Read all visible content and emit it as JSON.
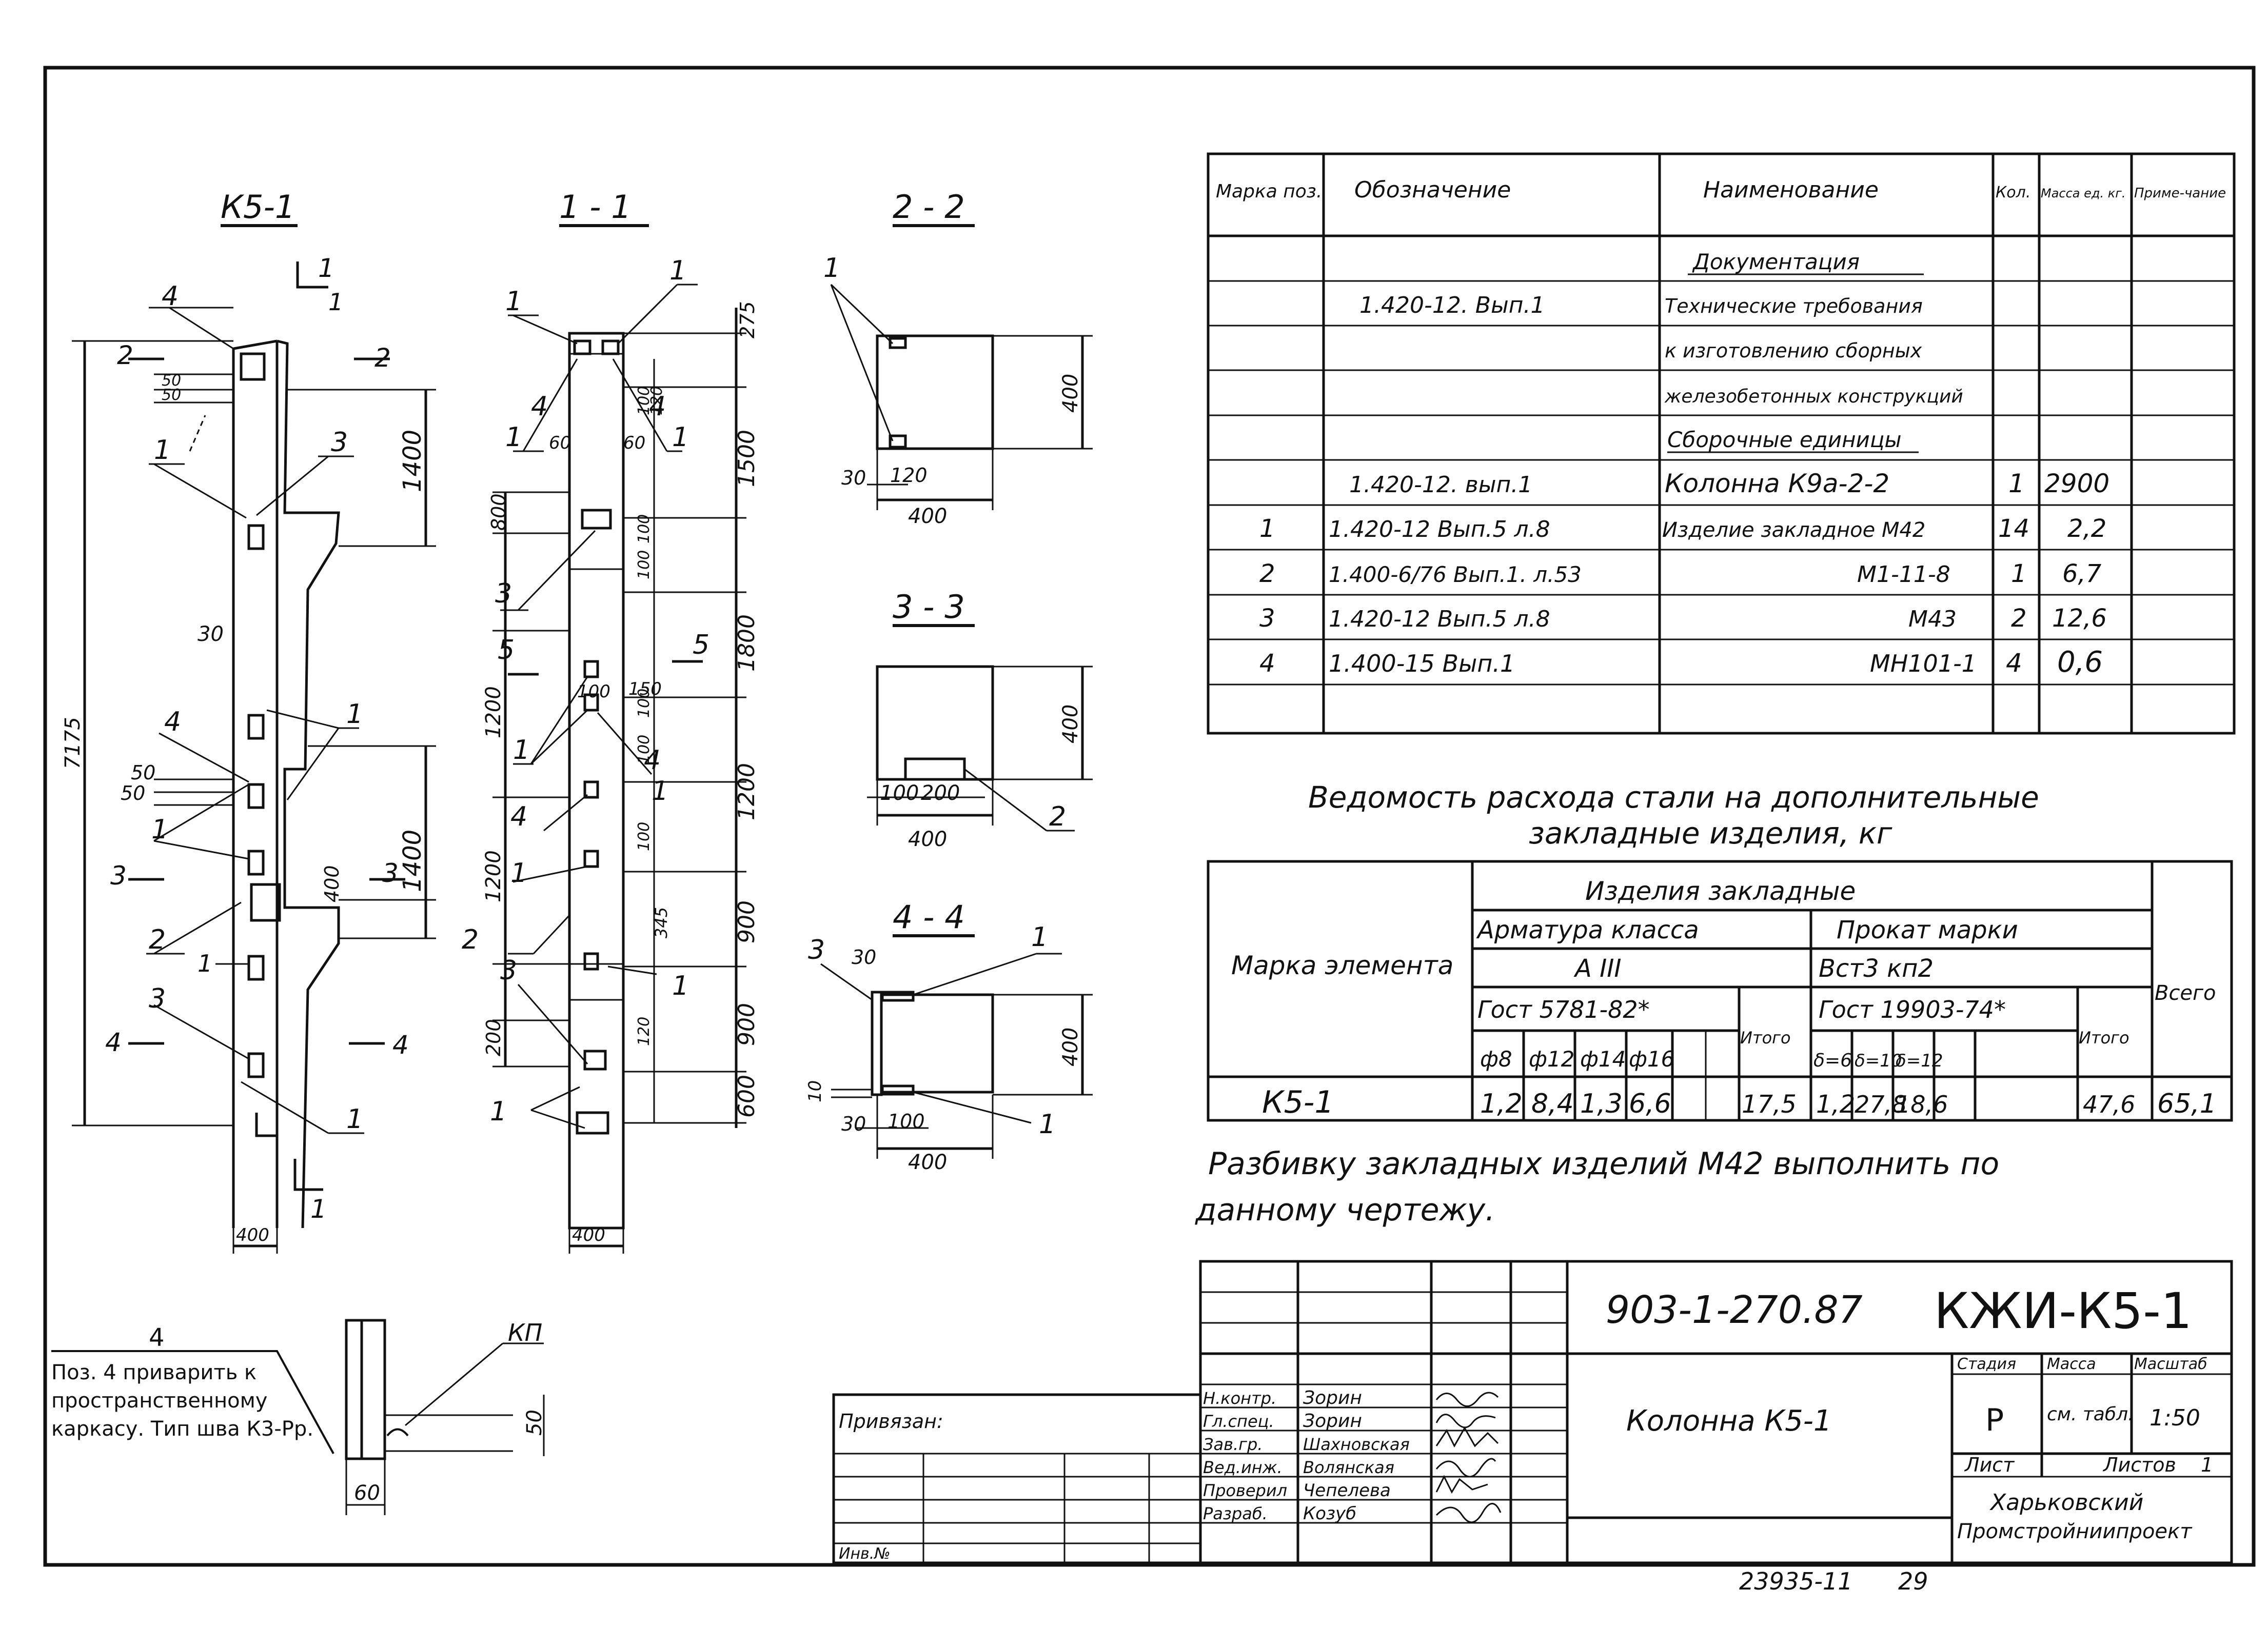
{
  "views": {
    "k51_title": "К5-1",
    "s11_title": "1 - 1",
    "s22_title": "2 - 2",
    "s33_title": "3 - 3",
    "s44_title": "4 - 4"
  },
  "k51": {
    "total_height": "7175",
    "dim_1400_top": "1400",
    "dim_1400_mid": "1400",
    "dim_400_mid": "400",
    "width_400": "400",
    "dim_30": "30",
    "dim_50a": "50",
    "dim_50b": "50",
    "dim_50c": "50",
    "dim_50d": "50",
    "cut_2": "2",
    "cut_2r": "2",
    "cut_3": "3",
    "cut_3r": "3",
    "cut_4": "4",
    "cut_4r": "4",
    "cut_1a": "1",
    "cut_1b": "1",
    "cut_1c": "1",
    "pos_4a": "4",
    "pos_4b": "4",
    "pos_1a": "1",
    "pos_1b": "1",
    "pos_1c": "1",
    "pos_1d": "1",
    "pos_1e": "1",
    "pos_3a": "3",
    "pos_3b": "3",
    "pos_2": "2"
  },
  "s11": {
    "dims_right": [
      "275",
      "1500",
      "1800",
      "1200",
      "900",
      "900",
      "600"
    ],
    "dims_left": [
      "800",
      "1200",
      "1200",
      "200"
    ],
    "dims_inner": [
      "100",
      "120",
      "100",
      "100",
      "100",
      "100",
      "100",
      "120",
      "150"
    ],
    "dim_60a": "60",
    "dim_60b": "60",
    "dim_100": "100",
    "dim_345": "345",
    "width_400": "400",
    "cut_5": "5",
    "cut_5r": "5",
    "pos_1a": "1",
    "pos_1b": "1",
    "pos_1c": "1",
    "pos_1d": "1",
    "pos_1e": "1",
    "pos_1f": "1",
    "pos_1g": "1",
    "pos_1h": "1",
    "pos_1i": "1",
    "pos_4a": "4",
    "pos_4b": "4",
    "pos_4c": "4",
    "pos_4d": "4",
    "pos_3a": "3",
    "pos_3b": "3",
    "pos_2": "2"
  },
  "s22": {
    "d400h": "400",
    "d400w": "400",
    "d30": "30",
    "d120": "120",
    "pos_1": "1"
  },
  "s33": {
    "d400h": "400",
    "d400w": "400",
    "d100": "100",
    "d200": "200",
    "pos_2": "2"
  },
  "s44": {
    "d400h": "400",
    "d400w": "400",
    "d30a": "30",
    "d30b": "30",
    "d100": "100",
    "d10": "10",
    "pos_3": "3",
    "pos_1a": "1",
    "pos_1b": "1"
  },
  "spec_table": {
    "headers": [
      "Марка поз.",
      "Обозначение",
      "Наименование",
      "Кол.",
      "Масса ед. кг.",
      "Приме-чание"
    ],
    "rows": [
      [
        "",
        "",
        "Документация",
        "",
        "",
        ""
      ],
      [
        "",
        "1.420-12. Вып.1",
        "Технические требования",
        "",
        "",
        ""
      ],
      [
        "",
        "",
        "к изготовлению сборных",
        "",
        "",
        ""
      ],
      [
        "",
        "",
        "железобетонных конструкций",
        "",
        "",
        ""
      ],
      [
        "",
        "",
        "Сборочные единицы",
        "",
        "",
        ""
      ],
      [
        "",
        "1.420-12. вып.1",
        "Колонна К9а-2-2",
        "1",
        "2900",
        ""
      ],
      [
        "1",
        "1.420-12 Вып.5 л.8",
        "Изделие закладное М42",
        "14",
        "2,2",
        ""
      ],
      [
        "2",
        "1.400-6/76 Вып.1. л.53",
        "М1-11-8",
        "1",
        "6,7",
        ""
      ],
      [
        "3",
        "1.420-12 Вып.5 л.8",
        "М43",
        "2",
        "12,6",
        ""
      ],
      [
        "4",
        "1.400-15 Вып.1",
        "МН101-1",
        "4",
        "0,6",
        ""
      ],
      [
        "",
        "",
        "",
        "",
        "",
        ""
      ]
    ]
  },
  "steel": {
    "title1": "Ведомость расхода стали на дополнительные",
    "title2": "закладные изделия, кг",
    "h_group": "Изделия закладные",
    "h_arm": "Арматура класса",
    "h_prokat": "Прокат марки",
    "h_aiii": "А III",
    "h_vst": "Вст3 кп2",
    "h_gost1": "Гост 5781-82*",
    "h_gost2": "Гост 19903-74*",
    "h_marka": "Марка элемента",
    "h_itogo1": "Итого",
    "h_itogo2": "Итого",
    "h_vsego": "Всего",
    "sub_heads": [
      "ф8",
      "ф12",
      "ф14",
      "ф16",
      "δ=6",
      "δ=10",
      "δ=12"
    ],
    "row": [
      "К5-1",
      "1,2",
      "8,4",
      "1,3",
      "6,6",
      "17,5",
      "1,2",
      "27,8",
      "18,6",
      "",
      "47,6",
      "65,1"
    ]
  },
  "note": {
    "line1": "Разбивку закладных изделий М42 выполнить по",
    "line2": "данному чертежу."
  },
  "weld": {
    "pos": "4",
    "line1": "Поз. 4 приварить к",
    "line2": "пространственному",
    "line3": "каркасу. Тип шва К3-Рр.",
    "kp": "КП",
    "d60": "60",
    "d50": "50"
  },
  "title_block": {
    "doc_code": "903-1-270.87",
    "sheet_code": "КЖИ-К5-1",
    "name": "Колонна К5-1",
    "stage_label": "Стадия",
    "mass_label": "Масса",
    "scale_label": "Масштаб",
    "stage": "Р",
    "mass": "см. табл.",
    "scale": "1:50",
    "sheet_label": "Лист",
    "sheets_label": "Листов",
    "sheets": "1",
    "org1": "Харьковский",
    "org2": "Промстройниипроект",
    "privyazan": "Привязан:",
    "inv": "Инв.№",
    "roles": [
      "Н.контр.",
      "Гл.спец.",
      "Зав.гр.",
      "Вед.инж.",
      "Проверил",
      "Разраб."
    ],
    "names": [
      "Зорин",
      "Зорин",
      "Шахновская",
      "Волянская",
      "Чепелева",
      "Козуб"
    ],
    "footer_num": "23935-11",
    "footer_page": "29"
  }
}
